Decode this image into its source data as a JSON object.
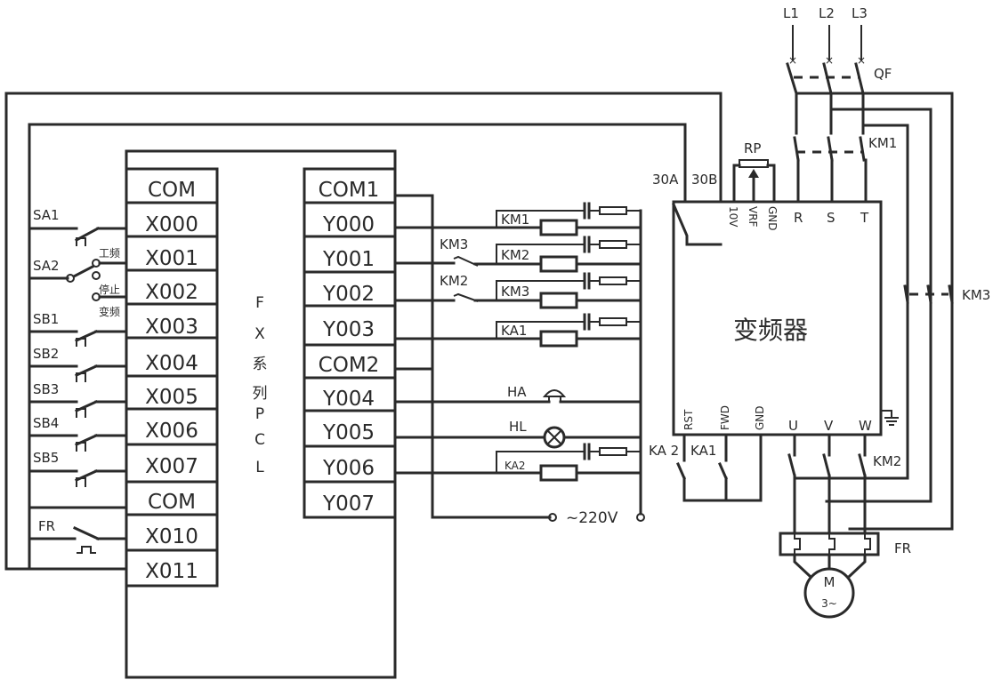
{
  "plc": {
    "title_chars": [
      "F",
      "X",
      "系",
      "列",
      "P",
      "C",
      "L"
    ],
    "inputs": [
      "COM",
      "X000",
      "X001",
      "X002",
      "X003",
      "X004",
      "X005",
      "X006",
      "X007",
      "COM",
      "X010",
      "X011"
    ],
    "outputs": [
      "COM1",
      "Y000",
      "Y001",
      "Y002",
      "Y003",
      "COM2",
      "Y004",
      "Y005",
      "Y006",
      "Y007"
    ]
  },
  "input_devices": {
    "sa1": "SA1",
    "sa2": "SA2",
    "sa2_pos_power": "工频",
    "sa2_pos_stop": "停止",
    "sa2_pos_vfd": "变频",
    "sb1": "SB1",
    "sb2": "SB2",
    "sb3": "SB3",
    "sb4": "SB4",
    "sb5": "SB5",
    "fr": "FR"
  },
  "output_devices": {
    "km1_coil": "KM1",
    "km2_coil": "KM2",
    "km3_coil": "KM3",
    "ka1_coil": "KA1",
    "km3_interlock": "KM3",
    "km2_interlock": "KM2",
    "buzzer": "HA",
    "lamp": "HL",
    "ka2_coil": "KA2",
    "supply": "~220V"
  },
  "vfd": {
    "label": "变频器",
    "top_terminals": [
      "10V",
      "VRF",
      "GND",
      "R",
      "S",
      "T"
    ],
    "bottom_terminals": [
      "RST",
      "FWD",
      "GND",
      "U",
      "V",
      "W"
    ],
    "fault_terminals": [
      "30A",
      "30B"
    ],
    "ka2_contact": "KA 2",
    "ka1_contact": "KA1",
    "pot": "RP"
  },
  "power": {
    "lines": [
      "L1",
      "L2",
      "L3"
    ],
    "breaker": "QF",
    "km1": "KM1",
    "km2": "KM2",
    "km3": "KM3",
    "overload": "FR",
    "motor_m": "M",
    "motor_phase": "3~"
  }
}
